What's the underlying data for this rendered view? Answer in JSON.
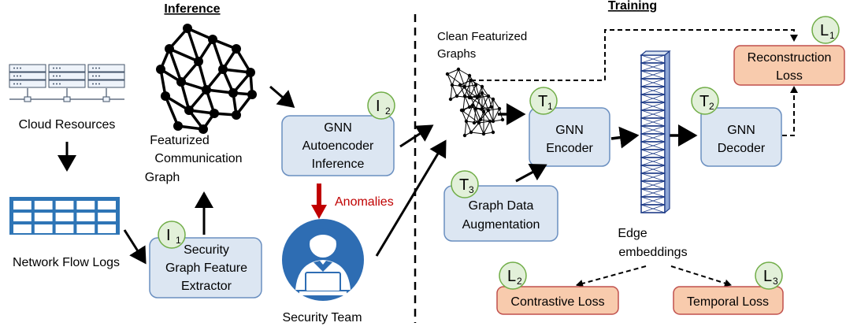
{
  "sections": {
    "inference_title": "Inference",
    "training_title": "Training"
  },
  "labels": {
    "cloud_resources": "Cloud Resources",
    "network_flow_logs": "Network Flow Logs",
    "featurized_graph": [
      "Featurized",
      "Communication",
      "Graph"
    ],
    "clean_graphs": [
      "Clean Featurized",
      "Graphs"
    ],
    "security_team": "Security Team",
    "anomalies": "Anomalies",
    "edge_embeddings": [
      "Edge",
      "embeddings"
    ]
  },
  "boxes": {
    "extractor": [
      "Security",
      "Graph Feature",
      "Extractor"
    ],
    "gnn_inference": [
      "GNN",
      "Autoencoder",
      "Inference"
    ],
    "encoder": [
      "GNN",
      "Encoder"
    ],
    "decoder": [
      "GNN",
      "Decoder"
    ],
    "augmentation": [
      "Graph Data",
      "Augmentation"
    ],
    "reconstruction_loss": [
      "Reconstruction",
      "Loss"
    ],
    "contrastive_loss": "Contrastive Loss",
    "temporal_loss": "Temporal Loss"
  },
  "badges": {
    "i1": {
      "letter": "I",
      "sub": "1"
    },
    "i2": {
      "letter": "I",
      "sub": "2"
    },
    "t1": {
      "letter": "T",
      "sub": "1"
    },
    "t2": {
      "letter": "T",
      "sub": "2"
    },
    "t3": {
      "letter": "T",
      "sub": "3"
    },
    "l1": {
      "letter": "L",
      "sub": "1"
    },
    "l2": {
      "letter": "L",
      "sub": "2"
    },
    "l3": {
      "letter": "L",
      "sub": "3"
    }
  },
  "colors": {
    "section_title": "#c55a11",
    "process_fill": "#dce6f2",
    "process_stroke": "#6a8fc0",
    "loss_fill": "#f8cbad",
    "loss_stroke": "#c0504d",
    "badge_fill": "#e2f0d9",
    "badge_stroke": "#70ad47",
    "anomaly_red": "#c00000",
    "log_blue": "#2e75b6",
    "embedding_blue": "#1f3c88",
    "team_blue": "#2e6db3"
  },
  "icons": {
    "servers": "server-rack-icon",
    "logs": "log-table-icon",
    "graph": "network-graph-icon",
    "clean_graphs": "graph-stack-icon",
    "team": "security-analyst-icon",
    "embeddings": "embedding-column-icon"
  }
}
